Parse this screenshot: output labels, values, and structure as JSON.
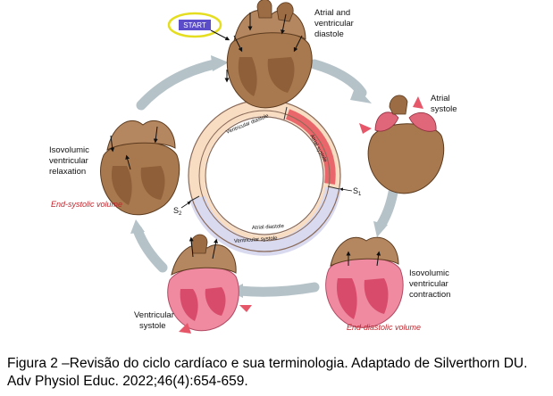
{
  "start_button": {
    "label": "START"
  },
  "stages": {
    "atrial_ventricular_diastole": [
      "Atrial and",
      "ventricular",
      "diastole"
    ],
    "atrial_systole": [
      "Atrial",
      "systole"
    ],
    "isovolumic_contraction": [
      "Isovolumic",
      "ventricular",
      "contraction"
    ],
    "ventricular_systole": [
      "Ventricular",
      "systole"
    ],
    "isovolumic_relaxation": [
      "Isovolumic",
      "ventricular",
      "relaxation"
    ]
  },
  "volumes": {
    "end_diastolic": "End-diastolic volume",
    "end_systolic": "End-systolic volume"
  },
  "ring": {
    "ventricular_diastole": "Ventricular diastole",
    "atrial_systole": "Atrial systole",
    "atrial_diastole": "Atrial diastole",
    "ventricular_systole": "Ventricular systole",
    "s1": "S",
    "s1_sub": "1",
    "s2": "S",
    "s2_sub": "2"
  },
  "caption": {
    "line1": "Figura 2 –Revisão do ciclo cardíaco e sua terminologia. Adaptado de Silverthorn DU.",
    "line2": "Adv Physiol Educ. 2022;46(4):654-659."
  },
  "colors": {
    "heart_brown": "#a8794e",
    "heart_dark": "#6f4a2a",
    "heart_pink": "#e0667a",
    "ring_peach": "#f8ddc3",
    "ring_red": "#e9666a",
    "ring_lavender": "#d9daf0",
    "arrow_gray": "#b5c2c8",
    "start_fill": "#5b4dc9",
    "start_ring": "#e5de20",
    "volume_red": "#c0262d"
  }
}
